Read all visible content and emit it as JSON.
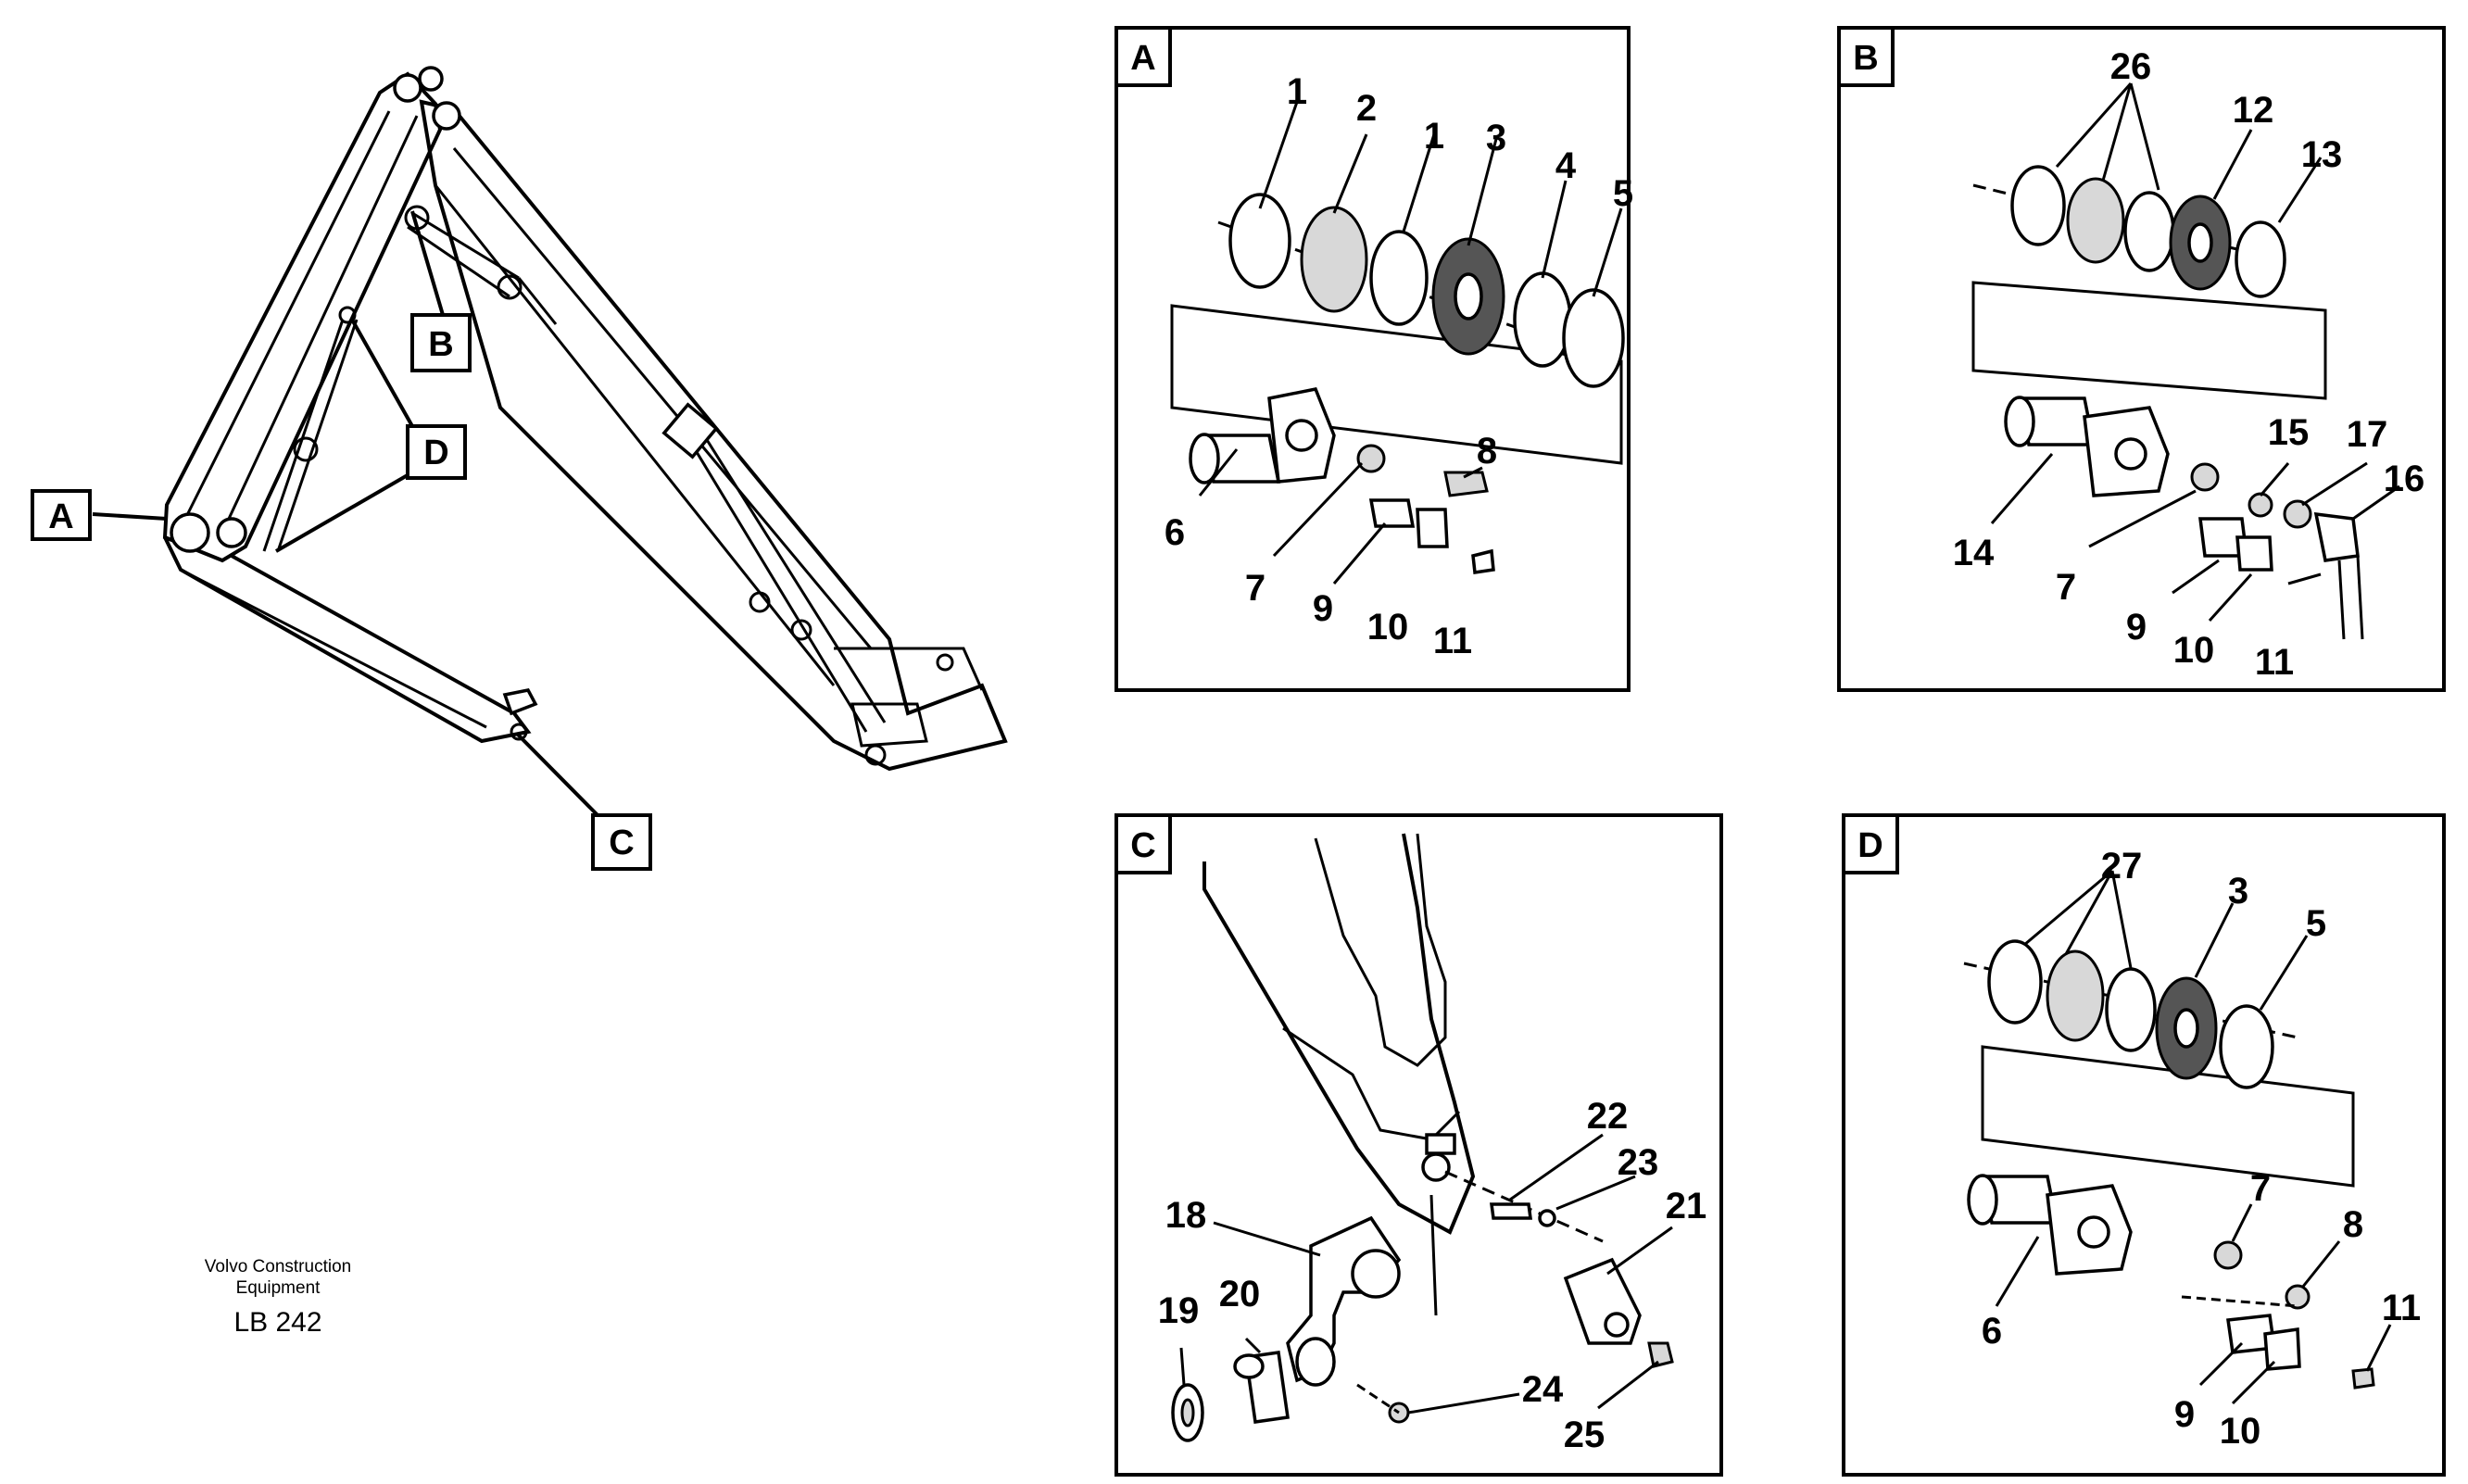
{
  "caption": {
    "line1": "Volvo Construction",
    "line2": "Equipment",
    "code": "LB 242"
  },
  "overview": {
    "labels": [
      "A",
      "B",
      "C",
      "D"
    ]
  },
  "panels": [
    {
      "id": "A",
      "label": "A",
      "callouts": [
        "1",
        "2",
        "1",
        "3",
        "4",
        "5",
        "6",
        "7",
        "8",
        "9",
        "10",
        "11"
      ]
    },
    {
      "id": "B",
      "label": "B",
      "callouts": [
        "26",
        "12",
        "13",
        "14",
        "15",
        "17",
        "16",
        "7",
        "9",
        "10",
        "11"
      ]
    },
    {
      "id": "C",
      "label": "C",
      "callouts": [
        "22",
        "23",
        "21",
        "18",
        "20",
        "19",
        "24",
        "25"
      ]
    },
    {
      "id": "D",
      "label": "D",
      "callouts": [
        "27",
        "3",
        "5",
        "7",
        "8",
        "6",
        "11",
        "9",
        "10"
      ]
    }
  ]
}
